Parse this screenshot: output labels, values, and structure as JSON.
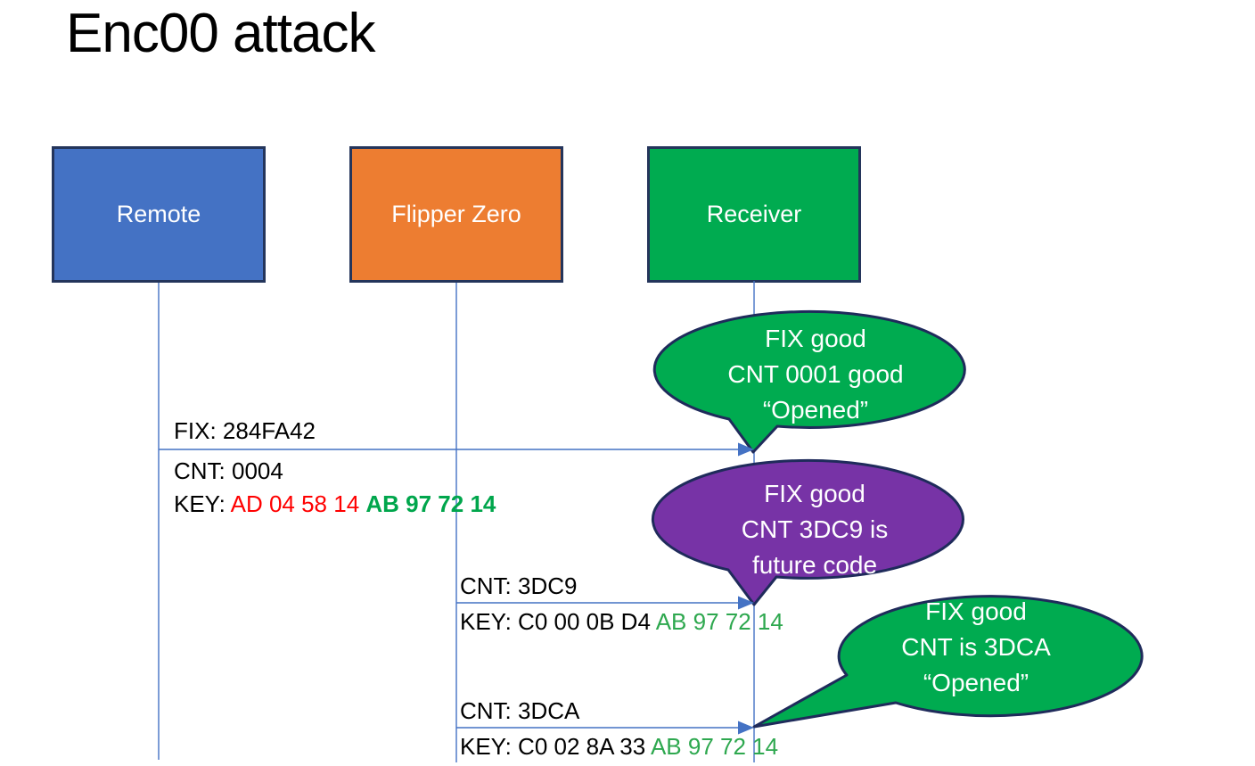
{
  "title": "Enc00 attack",
  "actors": [
    {
      "label": "Remote",
      "color": "#4472C4"
    },
    {
      "label": "Flipper Zero",
      "color": "#ED7D31"
    },
    {
      "label": "Receiver",
      "color": "#00AB50"
    }
  ],
  "messages": [
    {
      "from": "Remote",
      "to": "Receiver",
      "line1": "FIX: 284FA42",
      "line2": "CNT: 0004",
      "key_prefix": "KEY: ",
      "key_rolling": "AD 04 58 14 ",
      "key_fixed": "AB 97 72 14"
    },
    {
      "from": "Flipper Zero",
      "to": "Receiver",
      "line1": "CNT: 3DC9",
      "key_prefix": "KEY: C0 00 0B D4 ",
      "key_fixed": "AB 97 72 14"
    },
    {
      "from": "Flipper Zero",
      "to": "Receiver",
      "line1": "CNT: 3DCA",
      "key_prefix": "KEY: C0 02 8A 33 ",
      "key_fixed": "AB 97 72 14"
    }
  ],
  "callouts": [
    {
      "color": "#00AB50",
      "lines": [
        "FIX good",
        "CNT 0001 good",
        "“Opened”"
      ]
    },
    {
      "color": "#7733A6",
      "lines": [
        "FIX good",
        "CNT 3DC9 is",
        "future code"
      ]
    },
    {
      "color": "#00AB50",
      "lines": [
        "FIX good",
        "CNT is 3DCA",
        "“Opened”"
      ]
    }
  ],
  "colors": {
    "key_rolling_red": "#FF0000",
    "key_fixed_green_bold": "#00A64C",
    "key_fixed_green": "#2EA84F",
    "arrow_blue": "#4472C4",
    "lifeline_blue": "#4472C4",
    "shape_border": "#24355B",
    "callout_border": "#1F2B5B"
  }
}
